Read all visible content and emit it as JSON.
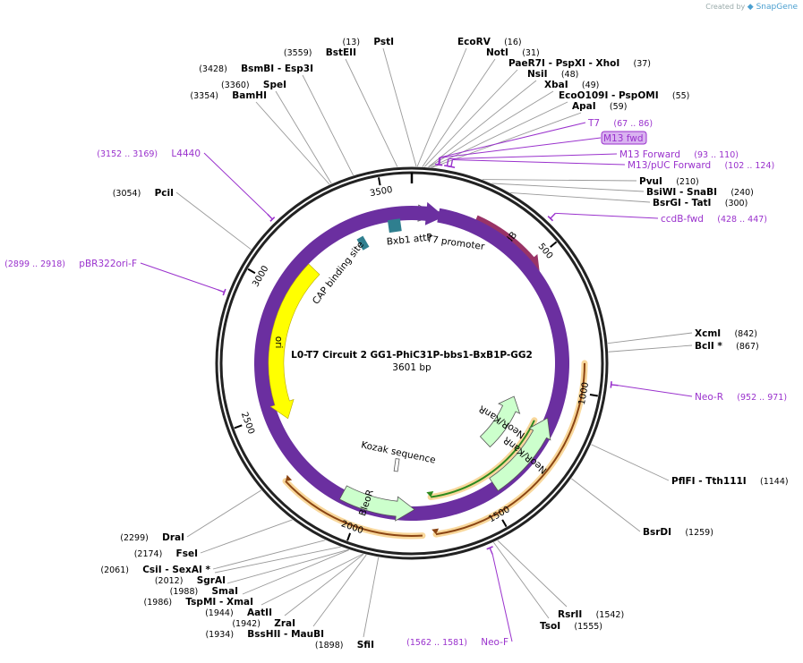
{
  "watermark": {
    "prefix": "Created by",
    "brand": "SnapGene"
  },
  "plasmid": {
    "name": "L0-T7 Circuit 2 GG1-PhiC31P-bbs1-BxB1P-GG2",
    "size_label": "3601 bp",
    "length": 3601
  },
  "ticks": [
    {
      "pos": 500,
      "label": "500"
    },
    {
      "pos": 1000,
      "label": "1000"
    },
    {
      "pos": 1500,
      "label": "1500"
    },
    {
      "pos": 2000,
      "label": "2000"
    },
    {
      "pos": 2500,
      "label": "2500"
    },
    {
      "pos": 3000,
      "label": "3000"
    },
    {
      "pos": 3500,
      "label": "3500"
    }
  ],
  "enzymes": [
    {
      "pos": 13,
      "pos_label": "(13)",
      "names": [
        "PstI"
      ],
      "side": "left"
    },
    {
      "pos": 16,
      "pos_label": "(16)",
      "names": [
        "EcoRV"
      ],
      "side": "right"
    },
    {
      "pos": 31,
      "pos_label": "(31)",
      "names": [
        "NotI"
      ],
      "side": "right"
    },
    {
      "pos": 37,
      "pos_label": "(37)",
      "names": [
        "PaeR7I",
        "PspXI",
        "XhoI"
      ],
      "side": "right"
    },
    {
      "pos": 48,
      "pos_label": "(48)",
      "names": [
        "NsiI"
      ],
      "side": "right"
    },
    {
      "pos": 49,
      "pos_label": "(49)",
      "names": [
        "XbaI"
      ],
      "side": "right"
    },
    {
      "pos": 55,
      "pos_label": "(55)",
      "names": [
        "EcoO109I",
        "PspOMI"
      ],
      "side": "right"
    },
    {
      "pos": 59,
      "pos_label": "(59)",
      "names": [
        "ApaI"
      ],
      "side": "right"
    },
    {
      "pos": 210,
      "pos_label": "(210)",
      "names": [
        "PvuI"
      ],
      "side": "right"
    },
    {
      "pos": 240,
      "pos_label": "(240)",
      "names": [
        "BsiWI",
        "SnaBI"
      ],
      "side": "right"
    },
    {
      "pos": 300,
      "pos_label": "(300)",
      "names": [
        "BsrGI",
        "TatI"
      ],
      "side": "right"
    },
    {
      "pos": 842,
      "pos_label": "(842)",
      "names": [
        "XcmI"
      ],
      "side": "right"
    },
    {
      "pos": 867,
      "pos_label": "(867)",
      "names": [
        "BclI *"
      ],
      "side": "right"
    },
    {
      "pos": 1144,
      "pos_label": "(1144)",
      "names": [
        "PflFI",
        "Tth111I"
      ],
      "side": "right"
    },
    {
      "pos": 1259,
      "pos_label": "(1259)",
      "names": [
        "BsrDI"
      ],
      "side": "right"
    },
    {
      "pos": 1542,
      "pos_label": "(1542)",
      "names": [
        "RsrII"
      ],
      "side": "right"
    },
    {
      "pos": 1555,
      "pos_label": "(1555)",
      "names": [
        "TsoI"
      ],
      "side": "right"
    },
    {
      "pos": 1898,
      "pos_label": "(1898)",
      "names": [
        "SfiI"
      ],
      "side": "left"
    },
    {
      "pos": 1934,
      "pos_label": "(1934)",
      "names": [
        "BssHII",
        "MauBI"
      ],
      "side": "left"
    },
    {
      "pos": 1942,
      "pos_label": "(1942)",
      "names": [
        "ZraI"
      ],
      "side": "left"
    },
    {
      "pos": 1944,
      "pos_label": "(1944)",
      "names": [
        "AatII"
      ],
      "side": "left"
    },
    {
      "pos": 1986,
      "pos_label": "(1986)",
      "names": [
        "TspMI",
        "XmaI"
      ],
      "side": "left"
    },
    {
      "pos": 1988,
      "pos_label": "(1988)",
      "names": [
        "SmaI"
      ],
      "side": "left"
    },
    {
      "pos": 2012,
      "pos_label": "(2012)",
      "names": [
        "SgrAI"
      ],
      "side": "left"
    },
    {
      "pos": 2061,
      "pos_label": "(2061)",
      "names": [
        "CsiI",
        "SexAI *"
      ],
      "side": "left"
    },
    {
      "pos": 2174,
      "pos_label": "(2174)",
      "names": [
        "FseI"
      ],
      "side": "left"
    },
    {
      "pos": 2299,
      "pos_label": "(2299)",
      "names": [
        "DraI"
      ],
      "side": "left"
    },
    {
      "pos": 3054,
      "pos_label": "(3054)",
      "names": [
        "PciI"
      ],
      "side": "left"
    },
    {
      "pos": 3354,
      "pos_label": "(3354)",
      "names": [
        "BamHI"
      ],
      "side": "left"
    },
    {
      "pos": 3360,
      "pos_label": "(3360)",
      "names": [
        "SpeI"
      ],
      "side": "left"
    },
    {
      "pos": 3428,
      "pos_label": "(3428)",
      "names": [
        "BsmBI",
        "Esp3I"
      ],
      "side": "left"
    },
    {
      "pos": 3559,
      "pos_label": "(3559)",
      "names": [
        "BstEII"
      ],
      "side": "left"
    }
  ],
  "primers": [
    {
      "start": 67,
      "end": 86,
      "name": "T7",
      "range_label": "(67 .. 86)",
      "side": "right"
    },
    {
      "start": 70,
      "end": 88,
      "name": "M13 fwd",
      "range_label": "",
      "side": "right",
      "boxed": true
    },
    {
      "start": 93,
      "end": 110,
      "name": "M13 Forward",
      "range_label": "(93 .. 110)",
      "side": "right"
    },
    {
      "start": 102,
      "end": 124,
      "name": "M13/pUC Forward",
      "range_label": "(102 .. 124)",
      "side": "right"
    },
    {
      "start": 428,
      "end": 447,
      "name": "ccdB-fwd",
      "range_label": "(428 .. 447)",
      "side": "right"
    },
    {
      "start": 952,
      "end": 971,
      "name": "Neo-R",
      "range_label": "(952 .. 971)",
      "side": "right"
    },
    {
      "start": 1562,
      "end": 1581,
      "name": "Neo-F",
      "range_label": "(1562 .. 1581)",
      "side": "left"
    },
    {
      "start": 2899,
      "end": 2918,
      "name": "pBR322ori-F",
      "range_label": "(2899 .. 2918)",
      "side": "left"
    },
    {
      "start": 3152,
      "end": 3169,
      "name": "L4440",
      "range_label": "(3152 .. 3169)",
      "side": "left"
    }
  ],
  "features": [
    {
      "name": "ccdB",
      "color": "#993366",
      "label_inside": true
    },
    {
      "name": "T7 promoter",
      "color": "#ffffff"
    },
    {
      "name": "Bxb1 attP",
      "color": "#2f7f8f"
    },
    {
      "name": "CAP binding site",
      "color": "#2f7f8f"
    },
    {
      "name": "ori",
      "color": "#ffff00",
      "label_inside": true
    },
    {
      "name": "NeoR/KanR",
      "color": "#ccffcc",
      "label_inside": true
    },
    {
      "name": "NeoR/KanR",
      "color": "#ccffcc",
      "label_inside": true
    },
    {
      "name": "BleoR",
      "color": "#ccffcc",
      "label_inside": true
    },
    {
      "name": "Kozak sequence",
      "color": "#888888"
    }
  ],
  "colors": {
    "primer": "#9a32cd",
    "orf_brown": "#8b4513",
    "orf_green": "#2d8a1e",
    "orf_glow": "#f5c97a"
  }
}
